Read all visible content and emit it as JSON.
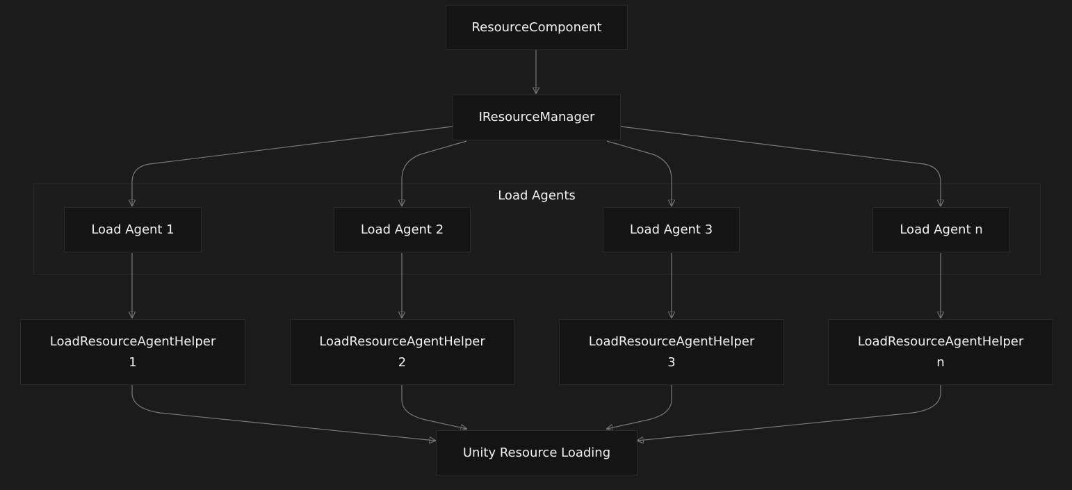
{
  "diagram": {
    "cluster_label": "Load Agents",
    "nodes": {
      "resource_component": "ResourceComponent",
      "resource_manager": "IResourceManager",
      "agent_1": "Load Agent 1",
      "agent_2": "Load Agent 2",
      "agent_3": "Load Agent 3",
      "agent_n": "Load Agent n",
      "helper_1_line1": "LoadResourceAgentHelper",
      "helper_1_line2": "1",
      "helper_2_line1": "LoadResourceAgentHelper",
      "helper_2_line2": "2",
      "helper_3_line1": "LoadResourceAgentHelper",
      "helper_3_line2": "3",
      "helper_n_line1": "LoadResourceAgentHelper",
      "helper_n_line2": "n",
      "unity_loading": "Unity Resource Loading"
    },
    "edges": [
      [
        "ResourceComponent",
        "IResourceManager"
      ],
      [
        "IResourceManager",
        "Load Agent 1"
      ],
      [
        "IResourceManager",
        "Load Agent 2"
      ],
      [
        "IResourceManager",
        "Load Agent 3"
      ],
      [
        "IResourceManager",
        "Load Agent n"
      ],
      [
        "Load Agent 1",
        "LoadResourceAgentHelper 1"
      ],
      [
        "Load Agent 2",
        "LoadResourceAgentHelper 2"
      ],
      [
        "Load Agent 3",
        "LoadResourceAgentHelper 3"
      ],
      [
        "Load Agent n",
        "LoadResourceAgentHelper n"
      ],
      [
        "LoadResourceAgentHelper 1",
        "Unity Resource Loading"
      ],
      [
        "LoadResourceAgentHelper 2",
        "Unity Resource Loading"
      ],
      [
        "LoadResourceAgentHelper 3",
        "Unity Resource Loading"
      ],
      [
        "LoadResourceAgentHelper n",
        "Unity Resource Loading"
      ]
    ],
    "colors": {
      "background": "#1b1b1b",
      "node_fill": "#141414",
      "edge": "#7a7a7a",
      "text": "#f2f2f2"
    }
  }
}
